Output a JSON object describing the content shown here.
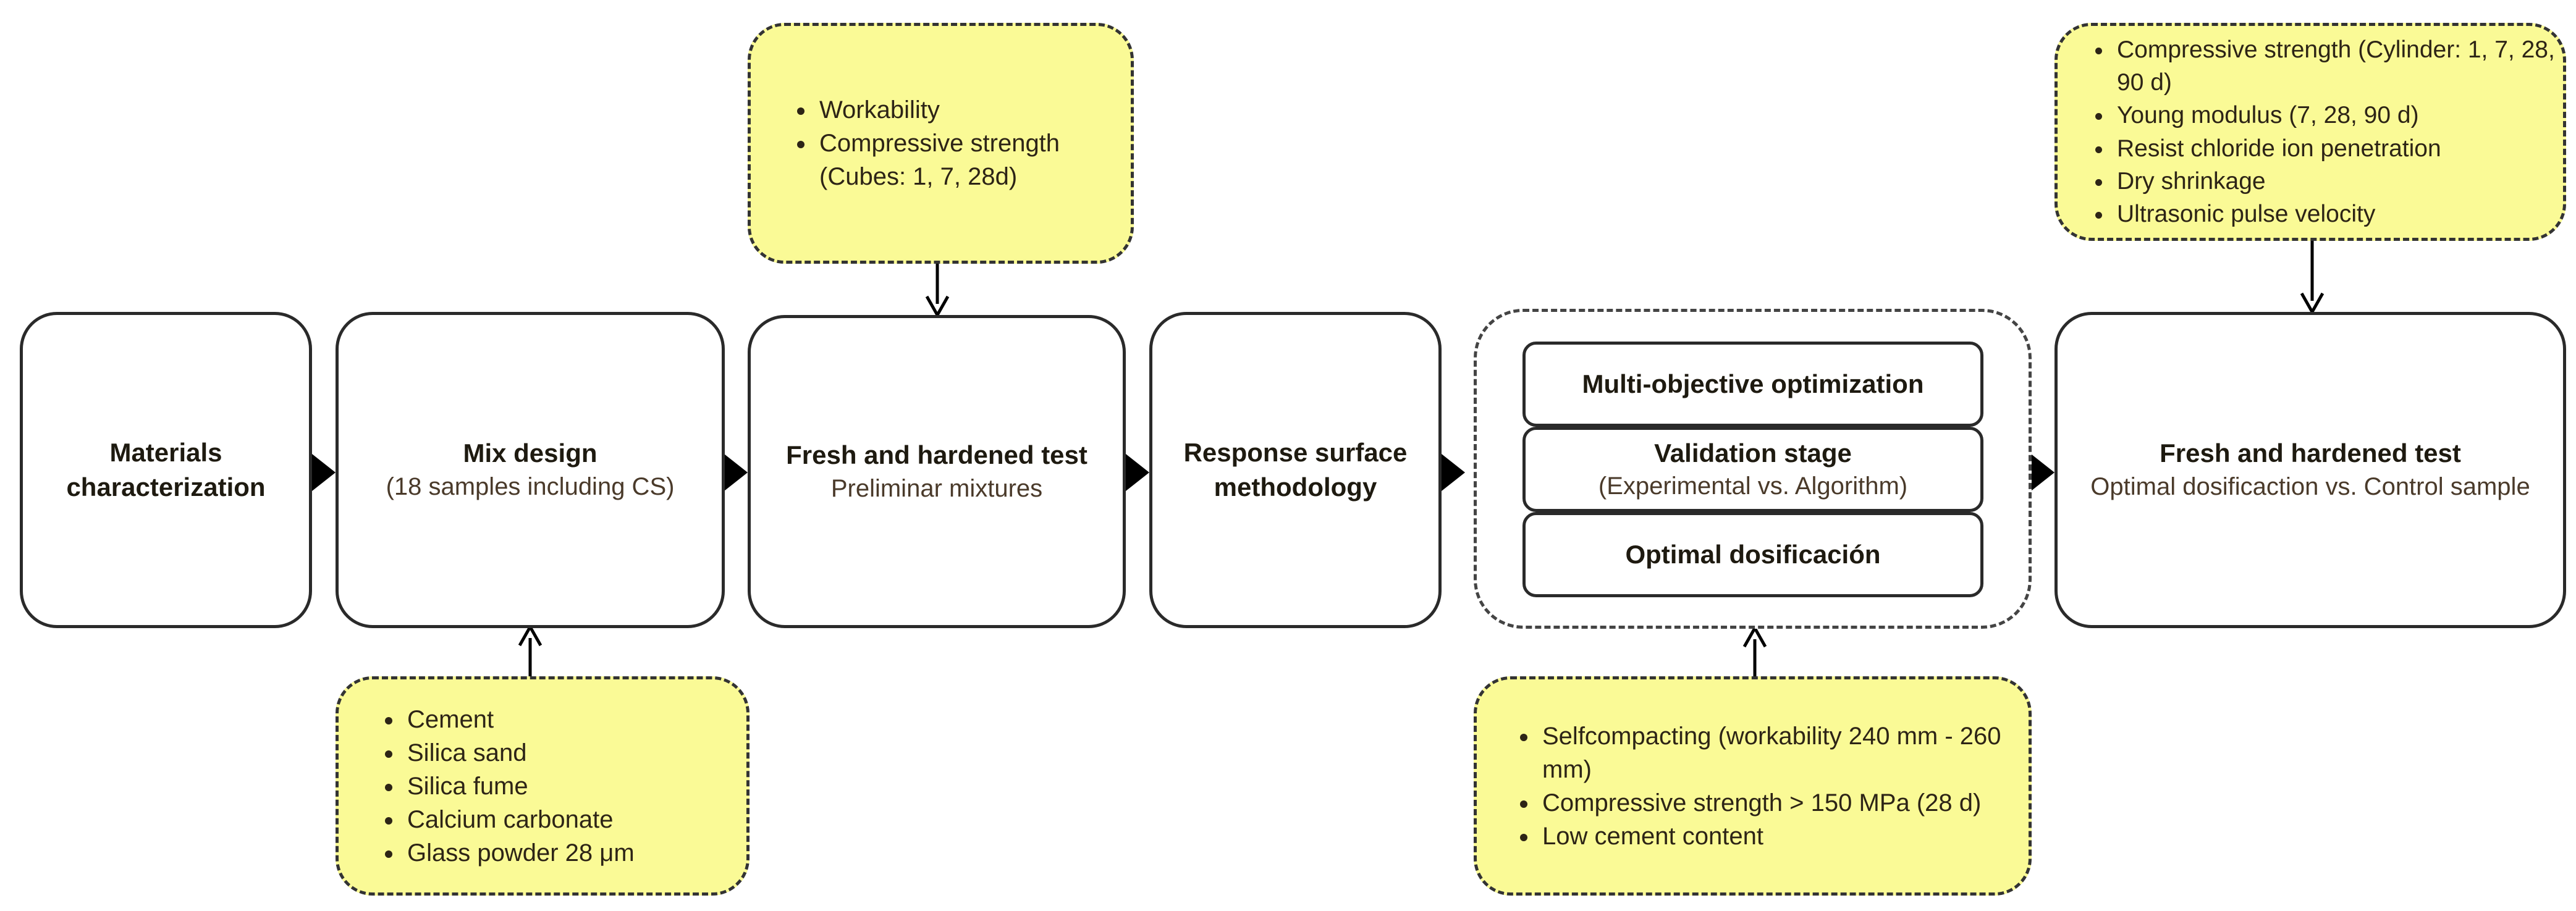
{
  "colors": {
    "note_fill": "#fafa96",
    "stroke": "#2a2a2a",
    "text": "#1e1a10",
    "subtext": "#4a3a2a"
  },
  "steps": {
    "materials": {
      "title": "Materials characterization"
    },
    "mix": {
      "title": "Mix design",
      "sub": "(18 samples including CS)"
    },
    "fresh1": {
      "title": "Fresh and hardened test",
      "sub": "Preliminar mixtures"
    },
    "rsm": {
      "title": "Response surface methodology"
    },
    "fresh2": {
      "title": "Fresh and hardened test",
      "sub": "Optimal dosificaction vs. Control sample"
    }
  },
  "optimization": {
    "multi": {
      "title": "Multi-objective optimization"
    },
    "validation": {
      "title": "Validation stage",
      "sub": "(Experimental vs. Algorithm)"
    },
    "optimal": {
      "title": "Optimal dosificación"
    }
  },
  "notes": {
    "materials_list": [
      "Cement",
      "Silica sand",
      "Silica fume",
      "Calcium carbonate",
      "Glass powder 28 μm"
    ],
    "preliminary_tests": [
      "Workability",
      "Compressive strength (Cubes: 1, 7, 28d)"
    ],
    "constraints": [
      "Selfcompacting (workability 240 mm - 260 mm)",
      "Compressive strength > 150 MPa (28 d)",
      "Low cement content"
    ],
    "final_tests": [
      "Compressive strength (Cylinder: 1, 7, 28, 90 d)",
      "Young modulus (7, 28, 90 d)",
      "Resist chloride ion penetration",
      "Dry shrinkage",
      "Ultrasonic pulse velocity"
    ]
  }
}
